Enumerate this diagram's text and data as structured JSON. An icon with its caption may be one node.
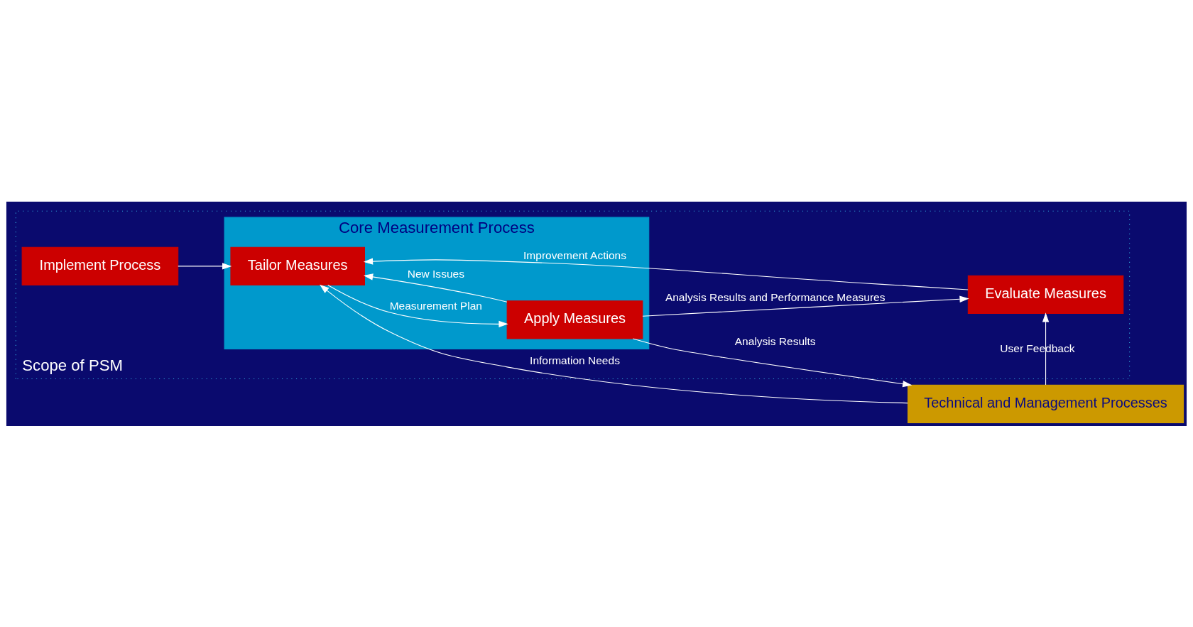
{
  "diagram": {
    "nodes": [
      {
        "text": [
          "Technical and Management Processes"
        ]
      },
      {
        "text": [
          "Scope of PSM"
        ]
      },
      {
        "text": [
          "Core Measurement Process"
        ],
        "in": 1
      },
      {
        "text": [
          "Implement Process"
        ],
        "in": 1
      },
      {
        "text": [
          "Tailor Measures"
        ],
        "in": 2
      },
      {
        "text": [
          "Apply Measures"
        ],
        "in": 2
      },
      {
        "text": [
          "Evaluate Measures"
        ],
        "in": 1
      }
    ],
    "edges": [
      {
        "from": 0,
        "to": 4,
        "arrow": "to",
        "label": "Information Needs"
      },
      {
        "from": 3,
        "to": 4,
        "arrow": "to"
      },
      {
        "from": 6,
        "to": 4,
        "arrow": "to",
        "label": "Improvement Actions"
      },
      {
        "from": 4,
        "to": 5,
        "arrow": "to",
        "label": "Measurement Plan"
      },
      {
        "from": 5,
        "to": 4,
        "arrow": "to",
        "label": "New Issues"
      },
      {
        "from": 5,
        "to": 0,
        "arrow": "to",
        "label": "Analysis Results"
      },
      {
        "from": 0,
        "to": 6,
        "arrow": "to",
        "label": "User Feedback"
      },
      {
        "from": 5,
        "to": 6,
        "arrow": "to",
        "label": "Analysis Results and Performance Measures"
      }
    ]
  }
}
